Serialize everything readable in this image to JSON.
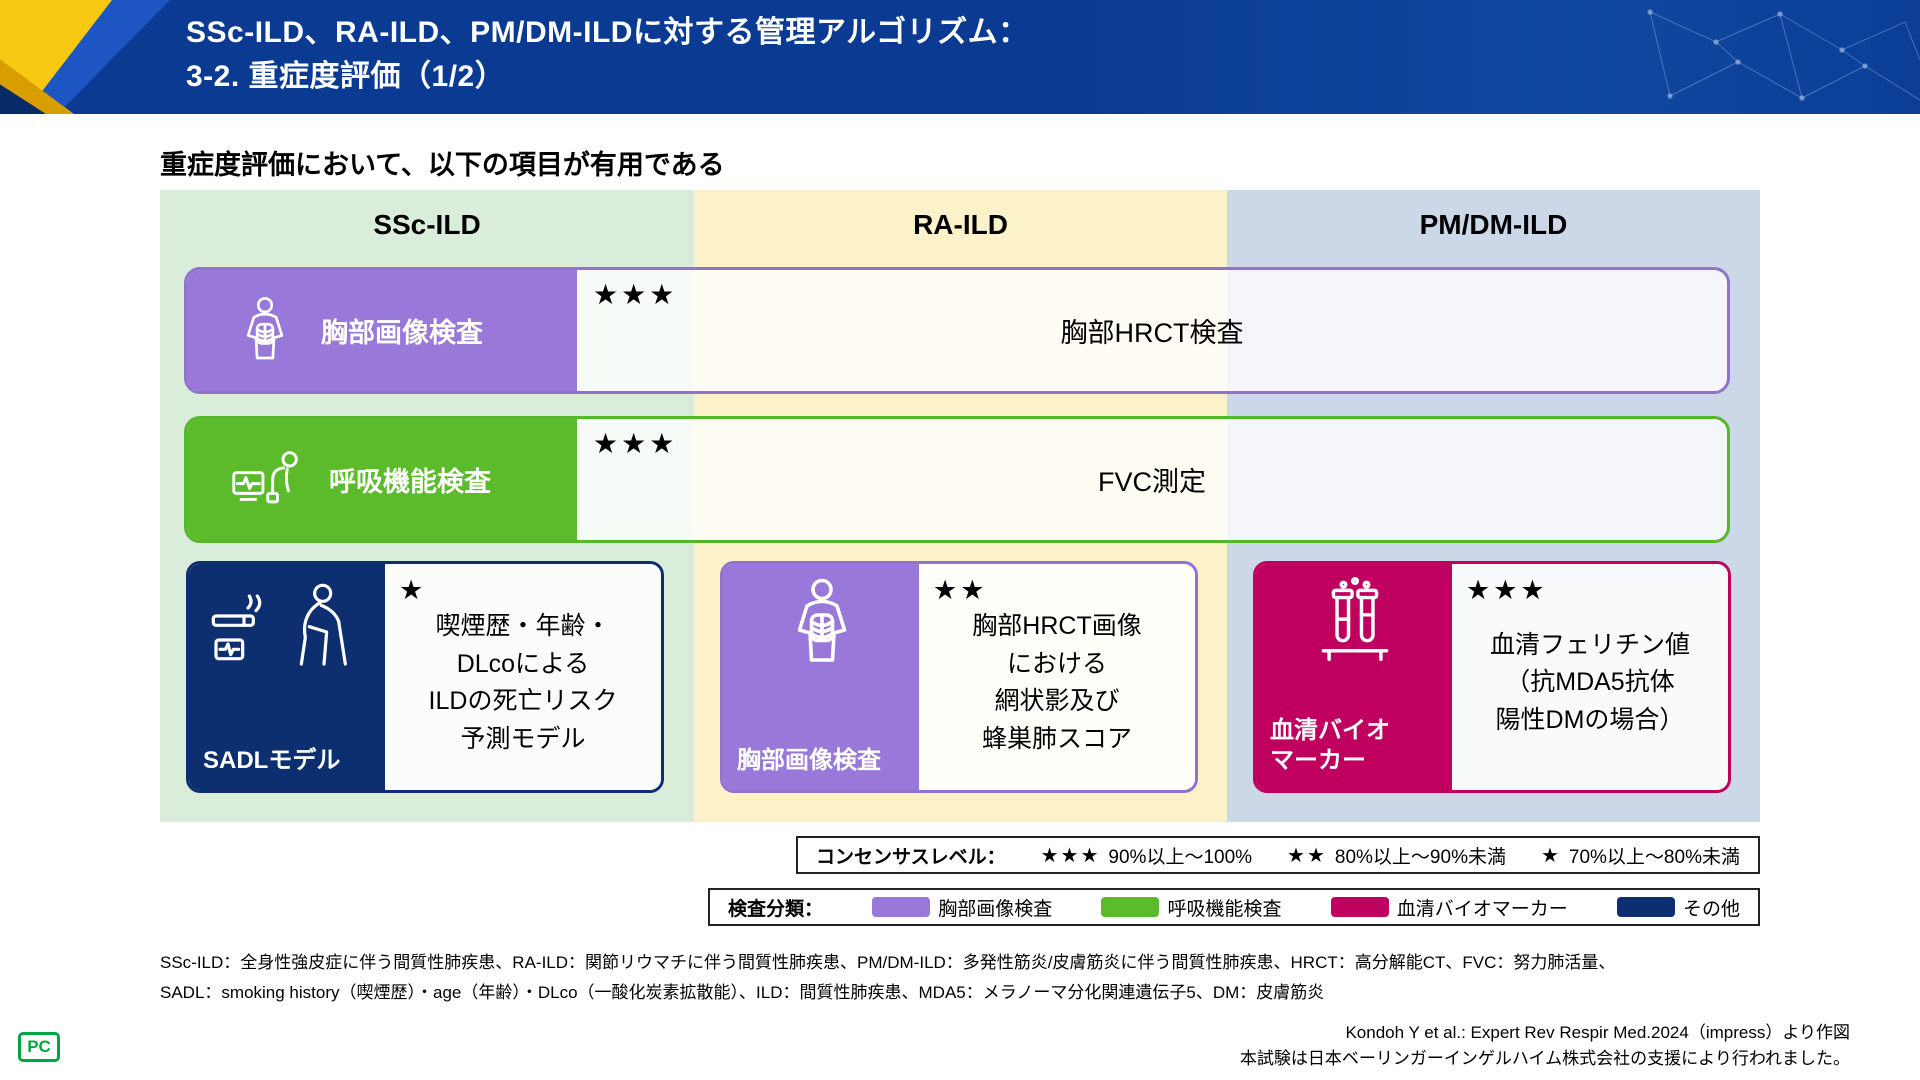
{
  "header": {
    "title_line1": "SSc-ILD、RA-ILD、PM/DM-ILDに対する管理アルゴリズム：",
    "title_line2": "3-2. 重症度評価（1/2）"
  },
  "subtitle": "重症度評価において、以下の項目が有用である",
  "table": {
    "columns": [
      "SSc-ILD",
      "RA-ILD",
      "PM/DM-ILD"
    ],
    "row_imaging": {
      "category": "胸部画像検査",
      "stars": "★★★",
      "content": "胸部HRCT検査"
    },
    "row_pulmonary": {
      "category": "呼吸機能検査",
      "stars": "★★★",
      "content": "FVC測定"
    },
    "row_cells": [
      {
        "category": "SADLモデル",
        "stars": "★",
        "content": "喫煙歴・年齢・\nDLcoによる\nILDの死亡リスク\n予測モデル"
      },
      {
        "category": "胸部画像検査",
        "stars": "★★",
        "content": "胸部HRCT画像\nにおける\n網状影及び\n蜂巣肺スコア"
      },
      {
        "category": "血清バイオ\nマーカー",
        "stars": "★★★",
        "content": "血清フェリチン値\n（抗MDA5抗体\n陽性DMの場合）"
      }
    ]
  },
  "legend_consensus": {
    "label": "コンセンサスレベル：",
    "items": [
      {
        "stars": "★★★",
        "text": "90%以上～100%"
      },
      {
        "stars": "★★",
        "text": "80%以上～90%未満"
      },
      {
        "stars": "★",
        "text": "70%以上～80%未満"
      }
    ]
  },
  "legend_classification": {
    "label": "検査分類：",
    "items": [
      {
        "color": "#9878d8",
        "text": "胸部画像検査"
      },
      {
        "color": "#5bbb2b",
        "text": "呼吸機能検査"
      },
      {
        "color": "#c0005f",
        "text": "血清バイオマーカー"
      },
      {
        "color": "#0d2f6f",
        "text": "その他"
      }
    ]
  },
  "footnotes": [
    "SSc-ILD：全身性強皮症に伴う間質性肺疾患、RA-ILD：関節リウマチに伴う間質性肺疾患、PM/DM-ILD：多発性筋炎/皮膚筋炎に伴う間質性肺疾患、HRCT：高分解能CT、FVC：努力肺活量、",
    "SADL：smoking history（喫煙歴）・age（年齢）・DLco（一酸化炭素拡散能）、ILD：間質性肺疾患、MDA5：メラノーマ分化関連遺伝子5、DM：皮膚筋炎"
  ],
  "citation": [
    "Kondoh Y et al.: Expert Rev Respir Med.2024（impress）より作図",
    "本試験は日本ベーリンガーインゲルハイム株式会社の支援により行われました。"
  ],
  "logo_text": "PC",
  "colors": {
    "header_bg": "#0a3a91",
    "column_ssc_bg": "#daecda",
    "column_ra_bg": "#fcf2ca",
    "column_pm_bg": "#ccd7e7",
    "imaging_purple": "#9878d8",
    "pulmonary_green": "#5bbb2b",
    "other_navy": "#0d2f6f",
    "biomarker_crimson": "#c0005f",
    "ribbon_yellow": "#f8c913"
  }
}
